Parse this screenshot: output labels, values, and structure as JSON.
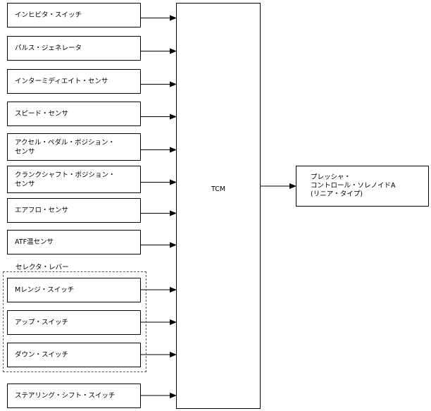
{
  "tcm": {
    "label": "TCM"
  },
  "inputs": [
    {
      "lines": [
        "インヒビタ・スイッチ"
      ]
    },
    {
      "lines": [
        "パルス・ジェネレータ"
      ]
    },
    {
      "lines": [
        "インターミディエイト・センサ"
      ]
    },
    {
      "lines": [
        "スピード・センサ"
      ]
    },
    {
      "lines": [
        "アクセル・ペダル・ポジション・",
        "センサ"
      ]
    },
    {
      "lines": [
        "クランクシャフト・ポジション・",
        "センサ"
      ]
    },
    {
      "lines": [
        "エアフロ・センサ"
      ]
    },
    {
      "lines": [
        "ATF温センサ"
      ]
    }
  ],
  "selector_group": {
    "label": "セレクタ・レバー",
    "items": [
      {
        "lines": [
          "Mレンジ・スイッチ"
        ]
      },
      {
        "lines": [
          "アップ・スイッチ"
        ]
      },
      {
        "lines": [
          "ダウン・スイッチ"
        ]
      }
    ]
  },
  "steering_switch": {
    "lines": [
      "ステアリング・シフト・スイッチ"
    ]
  },
  "output": {
    "lines": [
      "プレッシャ・",
      "コントロール・ソレノイドA",
      "(リニア・タイプ)"
    ]
  }
}
